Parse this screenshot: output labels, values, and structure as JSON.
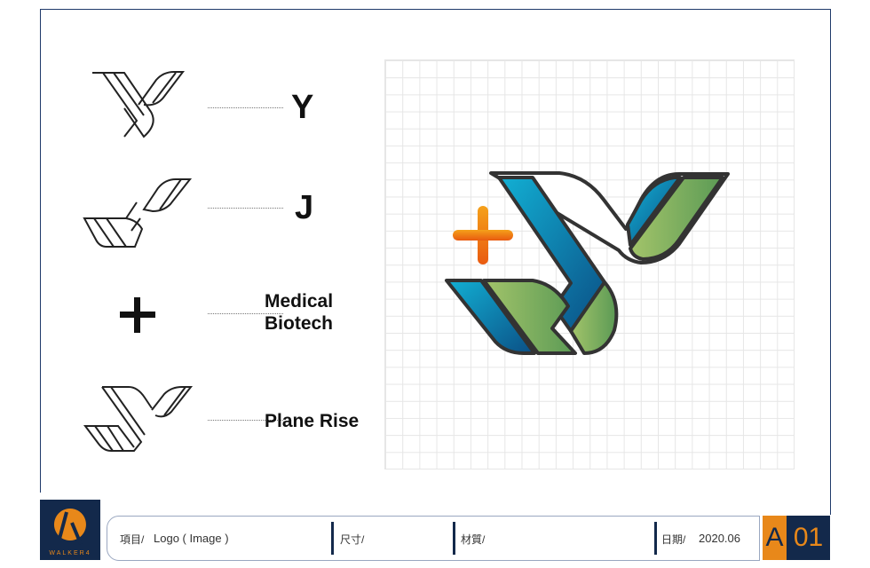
{
  "concepts": [
    {
      "label": "Y",
      "icon": "y-letter-icon"
    },
    {
      "label": "J",
      "icon": "j-letter-icon"
    },
    {
      "label": "Medical Biotech",
      "line1": "Medical",
      "line2": "Biotech",
      "icon": "plus-icon"
    },
    {
      "label": "Plane Rise",
      "icon": "plane-rise-icon"
    }
  ],
  "brand": {
    "name": "WALKER4"
  },
  "titleblock": {
    "project_label": "項目/",
    "project_value": "Logo ( Image )",
    "size_label": "尺寸/",
    "material_label": "材質/",
    "date_label": "日期/",
    "date_value": "2020.06"
  },
  "page": {
    "series": "A",
    "number": "01"
  },
  "colors": {
    "navy": "#13294b",
    "orange": "#e8881a",
    "blue": "#0a8fb5",
    "green": "#7fad5a",
    "outline": "#333333"
  }
}
